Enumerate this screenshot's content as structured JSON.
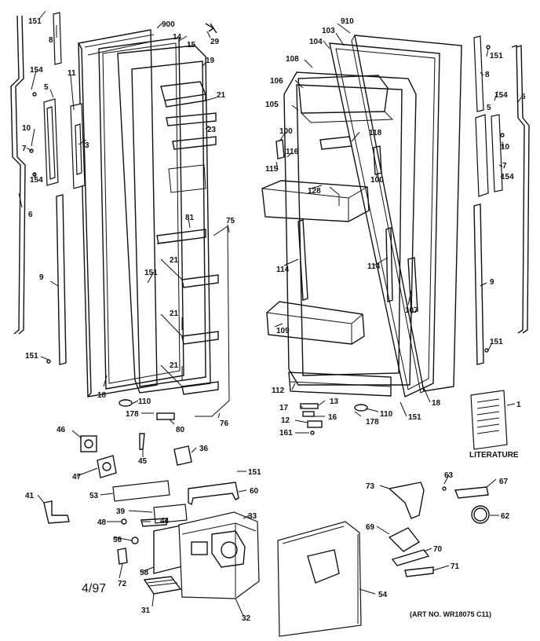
{
  "diagram": {
    "literature_label": "LITERATURE",
    "date_code": "4/97",
    "art_number": "(ART NO. WR18075 C11)",
    "callouts": [
      "151",
      "8",
      "900",
      "14",
      "15",
      "29",
      "19",
      "21",
      "23",
      "154",
      "5",
      "11",
      "3",
      "10",
      "7",
      "154",
      "6",
      "9",
      "151",
      "18",
      "81",
      "75",
      "151",
      "21",
      "21",
      "21",
      "110",
      "178",
      "80",
      "76",
      "910",
      "103",
      "104",
      "108",
      "106",
      "105",
      "100",
      "116",
      "115",
      "118",
      "128",
      "100",
      "114",
      "114",
      "107",
      "109",
      "112",
      "13",
      "17",
      "16",
      "12",
      "161",
      "110",
      "178",
      "151",
      "18",
      "151",
      "8",
      "6",
      "154",
      "5",
      "10",
      "7",
      "154",
      "9",
      "151",
      "1",
      "46",
      "45",
      "36",
      "47",
      "151",
      "53",
      "60",
      "41",
      "39",
      "44",
      "33",
      "48",
      "56",
      "58",
      "72",
      "31",
      "32",
      "73",
      "63",
      "67",
      "62",
      "69",
      "70",
      "71",
      "54"
    ]
  }
}
